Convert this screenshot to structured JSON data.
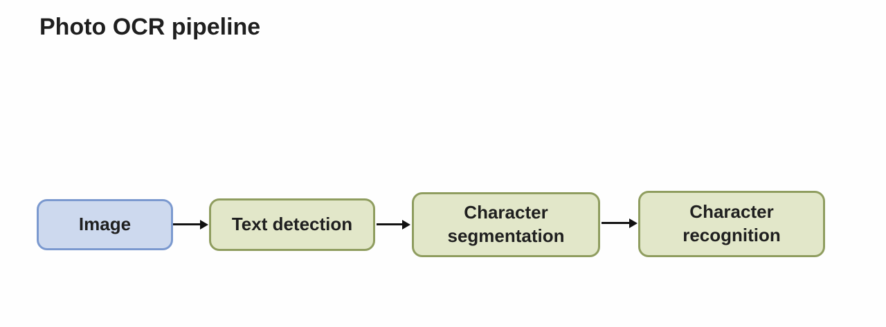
{
  "title": "Photo OCR pipeline",
  "colors": {
    "background": "#fefefe",
    "title_text": "#1f1f1f",
    "box_text": "#1f1f1f",
    "input_box_fill": "#cdd9ee",
    "input_box_border": "#7b99cf",
    "stage_box_fill": "#e2e7c9",
    "stage_box_border": "#8f9d5f",
    "arrow": "#111111"
  },
  "pipeline": {
    "stages": [
      {
        "label": "Image"
      },
      {
        "label": "Text detection"
      },
      {
        "label": "Character segmentation"
      },
      {
        "label": "Character recognition"
      }
    ]
  }
}
